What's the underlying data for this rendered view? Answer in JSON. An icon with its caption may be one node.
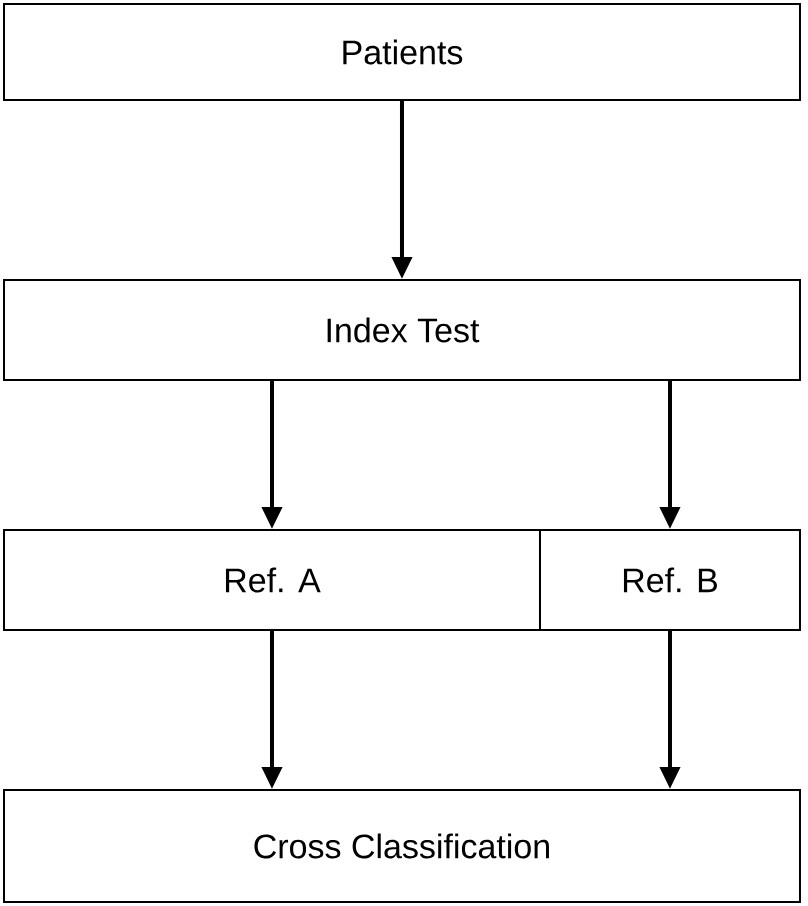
{
  "diagram": {
    "nodes": [
      {
        "text": [
          "Patients"
        ]
      },
      {
        "text": [
          "Index Test"
        ]
      },
      {
        "text": [
          "Ref. A"
        ]
      },
      {
        "text": [
          "Ref. B"
        ]
      },
      {
        "text": [
          "Cross Classification"
        ]
      }
    ],
    "edges": [
      {
        "from": 0,
        "to": 1,
        "arrow": "to"
      },
      {
        "from": 1,
        "to": 2,
        "arrow": "to"
      },
      {
        "from": 1,
        "to": 3,
        "arrow": "to"
      },
      {
        "from": 2,
        "to": 4,
        "arrow": "to"
      },
      {
        "from": 3,
        "to": 4,
        "arrow": "to"
      }
    ]
  }
}
